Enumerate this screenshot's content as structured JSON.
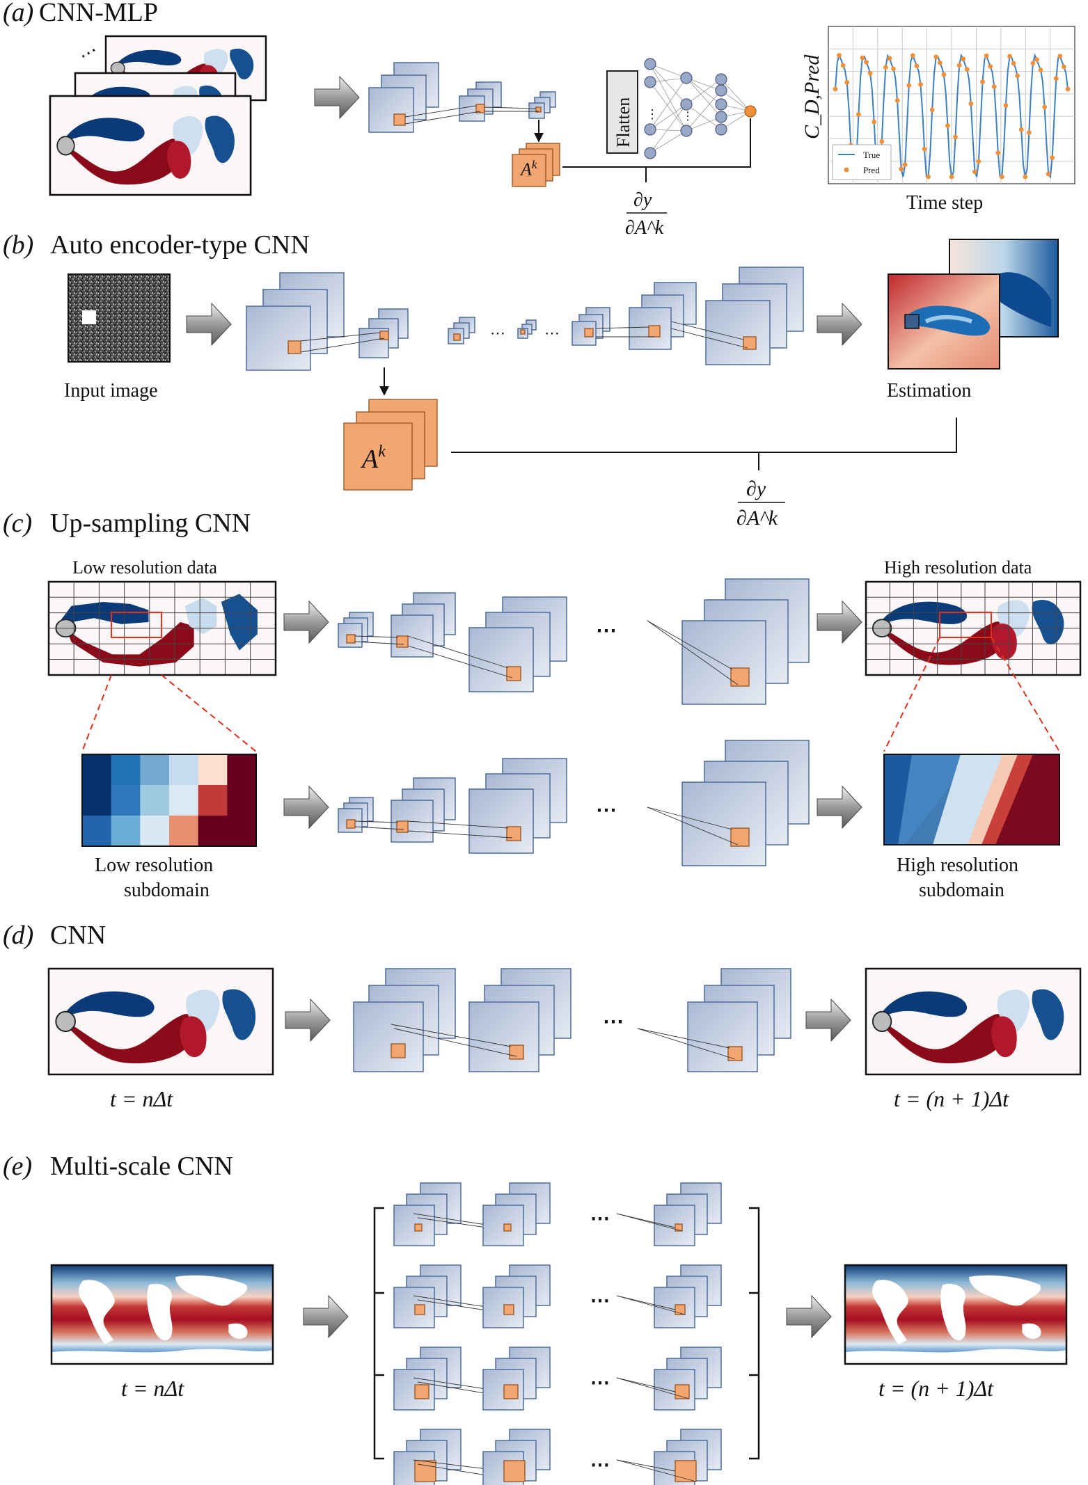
{
  "panels": {
    "a": {
      "letter": "(a)",
      "title": "CNN-MLP",
      "flatten": "Flatten",
      "feature_map": "A^k",
      "grad_num": "∂y",
      "grad_den": "∂A^k",
      "plot": {
        "ylabel": "C_D,Pred",
        "xlabel": "Time step",
        "legend": [
          "True",
          "Pred"
        ]
      }
    },
    "b": {
      "letter": "(b)",
      "title": "Auto encoder-type CNN",
      "input_label": "Input image",
      "output_label": "Estimation",
      "feature_map": "A^k",
      "grad_num": "∂y",
      "grad_den": "∂A^k"
    },
    "c": {
      "letter": "(c)",
      "title": "Up-sampling CNN",
      "low_res": "Low resolution data",
      "high_res": "High resolution data",
      "low_sub_1": "Low resolution",
      "low_sub_2": "subdomain",
      "high_sub_1": "High resolution",
      "high_sub_2": "subdomain"
    },
    "d": {
      "letter": "(d)",
      "title": "CNN",
      "t_in": "t = nΔt",
      "t_out": "t = (n + 1)Δt"
    },
    "e": {
      "letter": "(e)",
      "title": "Multi-scale CNN",
      "t_in": "t = nΔt",
      "t_out": "t = (n + 1)Δt"
    }
  },
  "colors": {
    "layer_fill_top": "#b9c5da",
    "layer_fill_bottom": "#dde4ee",
    "layer_stroke": "#4f6d9c",
    "kernel": "#f3a66f",
    "true_line": "#3b7fc4",
    "pred_dots": "#f0913a",
    "flow_red": "#8b0a1a",
    "flow_blue": "#053061"
  }
}
